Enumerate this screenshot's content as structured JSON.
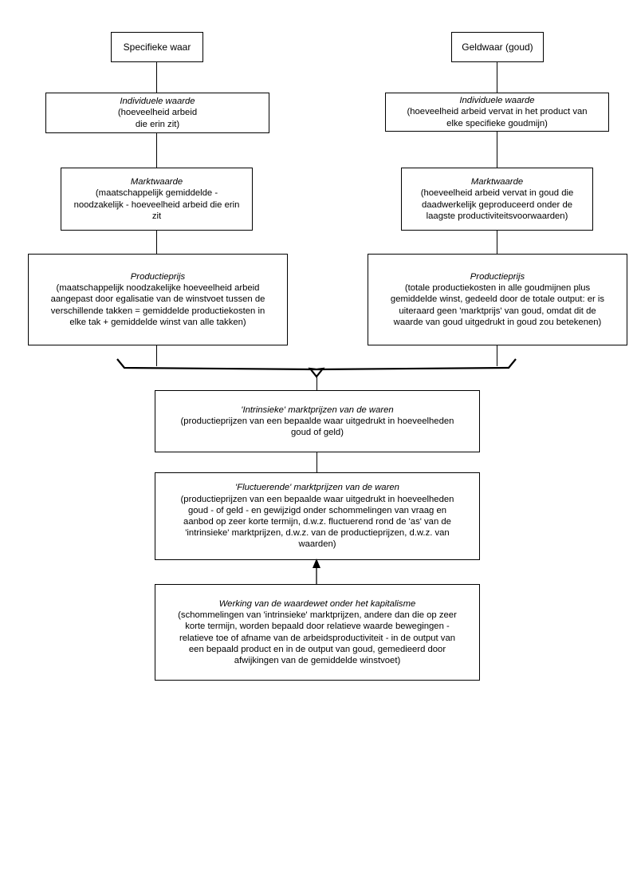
{
  "diagram": {
    "type": "flowchart",
    "branches": {
      "left": {
        "root_label": "Specifieke waar",
        "levels": [
          {
            "title": "Individuele waarde",
            "body": "(hoeveelheid arbeid\ndie erin zit)"
          },
          {
            "title": "Marktwaarde",
            "body": "(maatschappelijk gemiddelde -\nnoodzakelijk - hoeveelheid arbeid die erin\nzit"
          },
          {
            "title": "Productieprijs",
            "body": "(maatschappelijk noodzakelijke hoeveelheid arbeid\naangepast door egalisatie van de winstvoet tussen de\nverschillende takken = gemiddelde productiekosten in\nelke tak + gemiddelde winst van alle takken)"
          }
        ]
      },
      "right": {
        "root_label": "Geldwaar (goud)",
        "levels": [
          {
            "title": "Individuele waarde",
            "body": "(hoeveelheid arbeid vervat in het product van\nelke specifieke goudmijn)"
          },
          {
            "title": "Marktwaarde",
            "body": "(hoeveelheid arbeid vervat in goud die\ndaadwerkelijk geproduceerd onder de\nlaagste productiviteitsvoorwaarden)"
          },
          {
            "title": "Productieprijs",
            "body": "(totale productiekosten in alle goudmijnen plus\ngemiddelde winst, gedeeld door de totale output: er is\nuiteraard geen 'marktprijs' van goud, omdat dit de\nwaarde van goud uitgedrukt in goud zou betekenen)"
          }
        ]
      }
    },
    "merged": [
      {
        "title": "'Intrinsieke' marktprijzen van de waren",
        "body": "(productieprijzen van een bepaalde waar uitgedrukt in hoeveelheden\ngoud of geld)"
      },
      {
        "title": "'Fluctuerende' marktprijzen van de waren",
        "body": "(productieprijzen van een bepaalde waar uitgedrukt in hoeveelheden\ngoud - of geld - en gewijzigd onder schommelingen van vraag en\naanbod op zeer korte termijn, d.w.z. fluctuerend rond de 'as' van de\n'intrinsieke' marktprijzen, d.w.z. van de productieprijzen, d.w.z. van\nwaarden)"
      },
      {
        "title": "Werking van de waardewet onder het kapitalisme",
        "body": "(schommelingen van 'intrinsieke' marktprijzen, andere dan die op zeer\nkorte termijn, worden bepaald door relatieve waarde bewegingen -\nrelatieve toe of afname van de arbeidsproductiviteit - in de output van\neen bepaald product en in de output van goud, gemedieerd door\nafwijkingen van de gemiddelde winstvoet)"
      }
    ],
    "colors": {
      "stroke": "#000000",
      "background": "#ffffff",
      "text": "#000000"
    }
  }
}
